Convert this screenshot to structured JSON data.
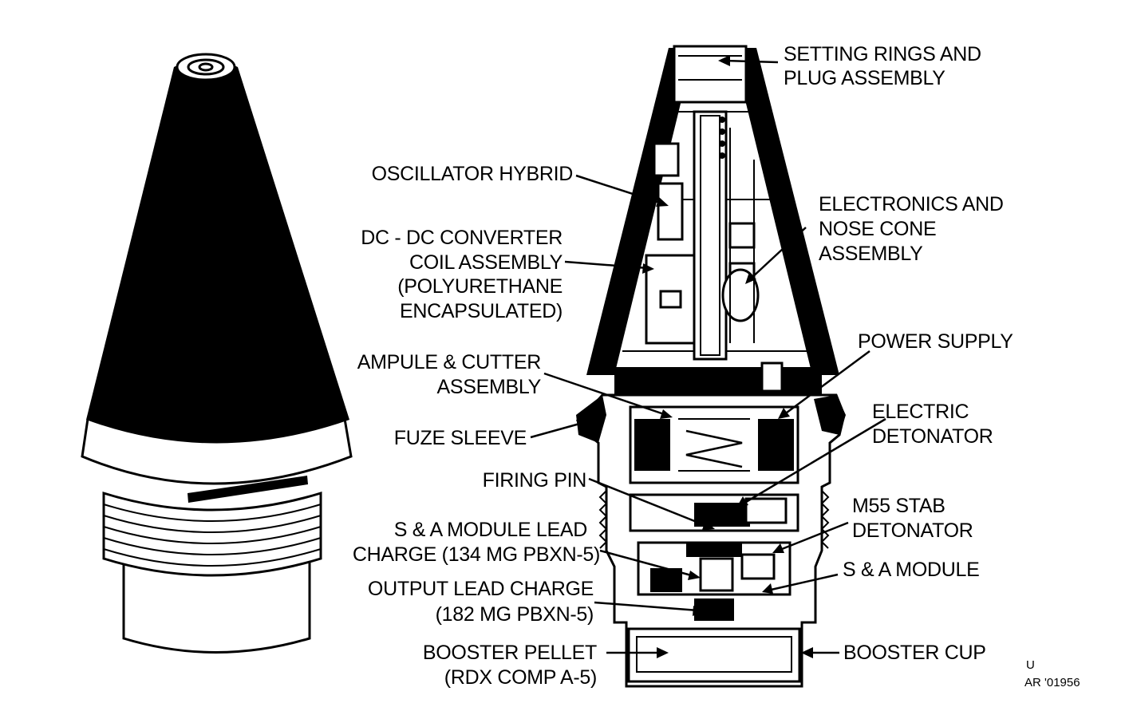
{
  "labels": {
    "setting_rings_1": "SETTING RINGS AND",
    "setting_rings_2": "PLUG ASSEMBLY",
    "oscillator": "OSCILLATOR HYBRID",
    "dcdc_1": "DC - DC CONVERTER",
    "dcdc_2": "COIL ASSEMBLY",
    "dcdc_3": "(POLYURETHANE",
    "dcdc_4": "ENCAPSULATED)",
    "electronics_1": "ELECTRONICS AND",
    "electronics_2": "NOSE CONE",
    "electronics_3": "ASSEMBLY",
    "power_supply": "POWER SUPPLY",
    "ampule_1": "AMPULE & CUTTER",
    "ampule_2": "ASSEMBLY",
    "electric_det_1": "ELECTRIC",
    "electric_det_2": "DETONATOR",
    "fuze_sleeve": "FUZE SLEEVE",
    "firing_pin": "FIRING PIN",
    "m55_1": "M55 STAB",
    "m55_2": "DETONATOR",
    "sa_lead_1": "S & A MODULE LEAD",
    "sa_lead_2": "CHARGE (134 MG PBXN-5)",
    "sa_module": "S & A MODULE",
    "output_lead_1": "OUTPUT LEAD CHARGE",
    "output_lead_2": "(182 MG PBXN-5)",
    "booster_pellet_1": "BOOSTER PELLET",
    "booster_pellet_2": "(RDX COMP A-5)",
    "booster_cup": "BOOSTER CUP",
    "code_1": "U",
    "code_2": "AR '01956"
  }
}
